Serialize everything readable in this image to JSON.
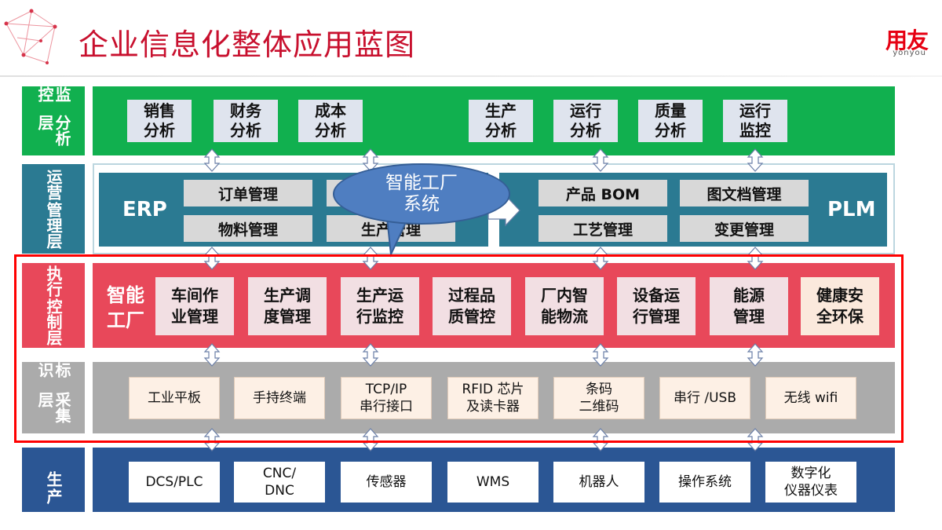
{
  "title": "企业信息化整体应用蓝图",
  "logo": {
    "main": "用友",
    "sub": "yonyou"
  },
  "layers": {
    "analysis": {
      "label": [
        "监控",
        "分析层"
      ],
      "items": [
        [
          "销售",
          "分析"
        ],
        [
          "财务",
          "分析"
        ],
        [
          "成本",
          "分析"
        ],
        [
          "生产",
          "分析"
        ],
        [
          "运行",
          "分析"
        ],
        [
          "质量",
          "分析"
        ],
        [
          "运行",
          "监控"
        ]
      ]
    },
    "management": {
      "label": [
        "运营",
        "管理层"
      ],
      "erp": "ERP",
      "plm": "PLM",
      "erp_items": [
        "订单管理",
        "物料管理",
        "生产管理"
      ],
      "plm_items": [
        "产品 BOM",
        "图文档管理",
        "工艺管理",
        "变更管理"
      ],
      "bubble": [
        "智能工厂",
        "系统"
      ]
    },
    "control": {
      "label": [
        "执行",
        "控制层"
      ],
      "head": [
        "智能",
        "工厂"
      ],
      "items": [
        [
          "车间作",
          "业管理"
        ],
        [
          "生产调",
          "度管理"
        ],
        [
          "生产运",
          "行监控"
        ],
        [
          "过程品",
          "质管控"
        ],
        [
          "厂内智",
          "能物流"
        ],
        [
          "设备运",
          "行管理"
        ],
        [
          "能源",
          "管理"
        ],
        [
          "健康安",
          "全环保"
        ]
      ]
    },
    "collection": {
      "label": [
        "标识",
        "采集层"
      ],
      "items": [
        [
          "工业平板"
        ],
        [
          "手持终端"
        ],
        [
          "TCP/IP",
          "串行接口"
        ],
        [
          "RFID 芯片",
          "及读卡器"
        ],
        [
          "条码",
          "二维码"
        ],
        [
          "串行 /USB"
        ],
        [
          "无线 wifi"
        ]
      ]
    },
    "production": {
      "label": [
        "生",
        "产"
      ],
      "items": [
        [
          "DCS/PLC"
        ],
        [
          "CNC/",
          "DNC"
        ],
        [
          "传感器"
        ],
        [
          "WMS"
        ],
        [
          "机器人"
        ],
        [
          "操作系统"
        ],
        [
          "数字化",
          "仪器仪表"
        ]
      ]
    }
  }
}
